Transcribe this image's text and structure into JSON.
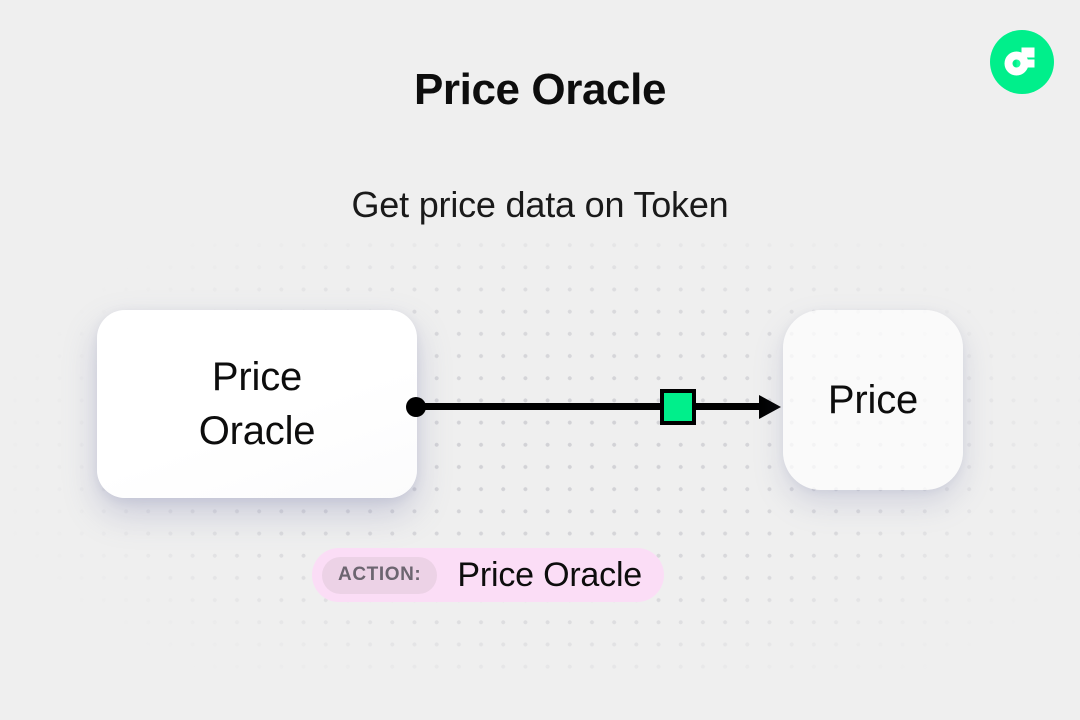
{
  "header": {
    "title": "Price Oracle",
    "subtitle": "Get price data on Token",
    "logo_icon": "flow-logo-icon",
    "logo_color": "#00EF8B"
  },
  "diagram": {
    "source_node": {
      "label": "Price\nOracle",
      "icon": "rounded-card-node"
    },
    "target_node": {
      "label": "Price",
      "icon": "rounded-card-node"
    },
    "connector": {
      "start_icon": "connection-dot-icon",
      "end_icon": "arrow-right-icon",
      "marker_icon": "green-square-marker-icon",
      "marker_color": "#00EF8B"
    }
  },
  "action_badge": {
    "tag": "ACTION:",
    "value": "Price Oracle",
    "background_color": "#FBDDF6",
    "tag_background_color": "#ECD2E6",
    "tag_text_color": "#6C6570"
  }
}
